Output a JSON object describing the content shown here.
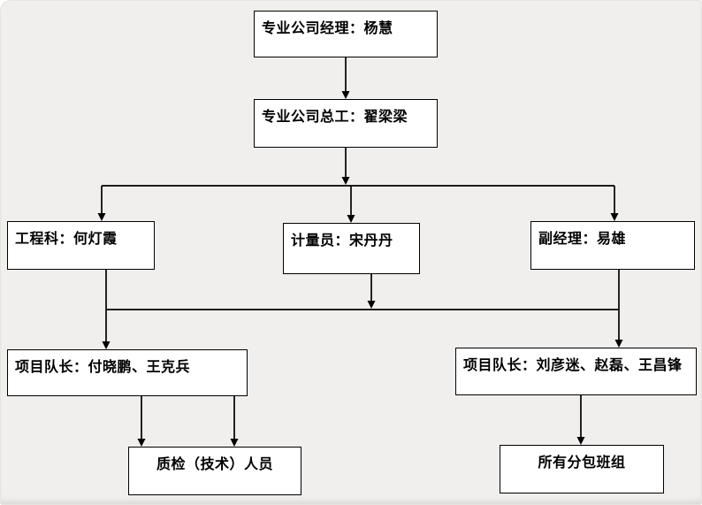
{
  "diagram": {
    "type": "org-chart",
    "box_fill": "#ffffff",
    "box_border": "#000000",
    "background": "#f1efed"
  },
  "nodes": {
    "manager": {
      "label": "专业公司经理：杨慧"
    },
    "chief": {
      "label": "专业公司总工：翟梁梁"
    },
    "engineering": {
      "label": "工程科：何灯霞"
    },
    "measurement": {
      "label": "计量员：宋丹丹"
    },
    "deputy": {
      "label": "副经理：易雄"
    },
    "team_left": {
      "label": "项目队长：付晓鹏、王克兵"
    },
    "team_right": {
      "label": "项目队长：刘彦迷、赵磊、王昌锋"
    },
    "quality": {
      "label": "质检（技术）人员"
    },
    "subcontract": {
      "label": "所有分包班组"
    }
  }
}
